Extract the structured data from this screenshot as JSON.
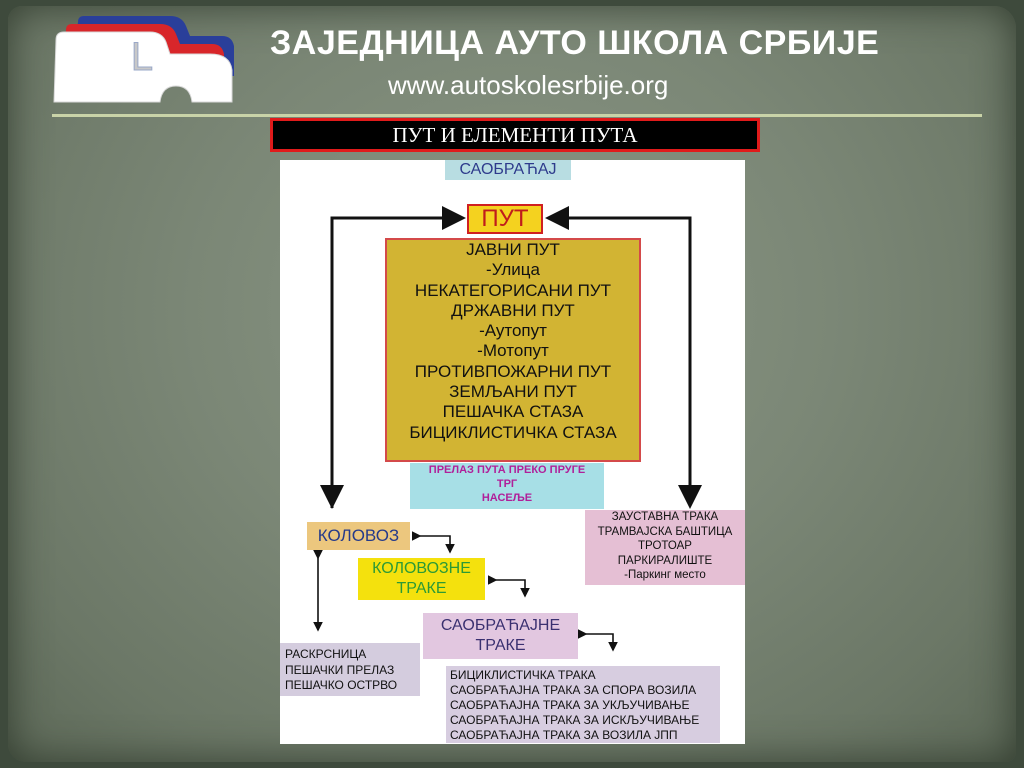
{
  "header": {
    "title": "ЗАЈЕДНИЦА АУТО ШКОЛА СРБИЈЕ",
    "url": "www.autoskolesrbije.org",
    "logo_letter": "L"
  },
  "banner": {
    "label": "ПУТ И ЕЛЕМЕНТИ ПУТА"
  },
  "diagram": {
    "traffic": "САОБРАЋАЈ",
    "road": "ПУТ",
    "road_types": [
      "ЈАВНИ ПУТ",
      "-Улица",
      "НЕКАТЕГОРИСАНИ ПУТ",
      "ДРЖАВНИ ПУТ",
      "-Аутопут",
      "-Мотопут",
      "ПРОТИВПОЖАРНИ ПУТ",
      "ЗЕМЉАНИ ПУТ",
      "ПЕШАЧКА СТАЗА",
      "БИЦИКЛИСТИЧКА СТАЗА"
    ],
    "crossing_items": [
      "ПРЕЛАЗ ПУТА ПРЕКО ПРУГЕ",
      "ТРГ",
      "НАСЕЉЕ"
    ],
    "carriageway": "КОЛОВОЗ",
    "carriageway_lanes": [
      "КОЛОВОЗНЕ",
      "ТРАКЕ"
    ],
    "traffic_lanes": [
      "САОБРАЋАЈНЕ",
      "ТРАКЕ"
    ],
    "road_side_items": [
      "ЗАУСТАВНА ТРАКА",
      "ТРАМВАЈСКА БАШТИЦА",
      "ТРОТОАР",
      "ПАРКИРАЛИШТЕ",
      "-Паркинг место"
    ],
    "intersection_items": [
      "РАСКРСНИЦА",
      "ПЕШАЧКИ ПРЕЛАЗ",
      "ПЕШАЧКО ОСТРВО"
    ],
    "lane_types": [
      "БИЦИКЛИСТИЧКА ТРАКА",
      "САОБРАЋАЈНА ТРАКА ЗА СПОРА ВОЗИЛА",
      "САОБРАЋАЈНА ТРАКА ЗА УКЉУЧИВАЊЕ",
      "САОБРАЋАЈНА ТРАКА ЗА ИСКЉУЧИВАЊЕ",
      "САОБРАЋАЈНА ТРАКА ЗА ВОЗИЛА ЈПП"
    ]
  },
  "colors": {
    "background": "#7b8776",
    "banner_border": "#e01b1b",
    "road_box": "#f4d21f",
    "road_types_box": "#d2b433",
    "crossing_box": "#a7dfe6",
    "carriageway_box": "#ecc77e",
    "carriageway_lanes_box": "#f4e10d",
    "traffic_lanes_box": "#e2c7e0",
    "road_side_box": "#e5bfd4",
    "intersection_box": "#d4ccde",
    "lane_types_box": "#d7cde0"
  }
}
